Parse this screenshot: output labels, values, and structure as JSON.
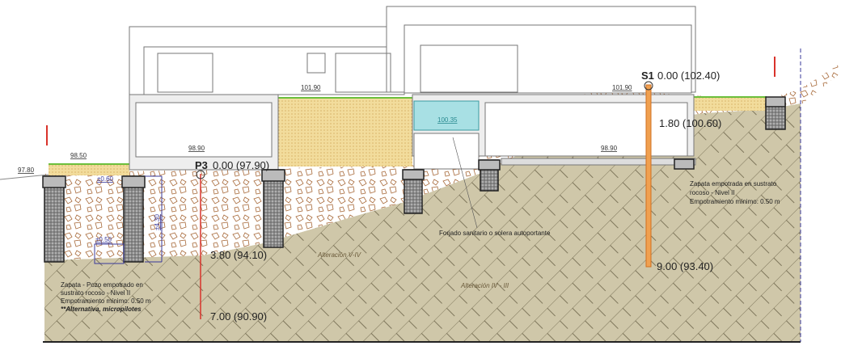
{
  "levels": {
    "left_ground": "97.80",
    "left_terrace": "98.50",
    "lower_floor_left": "98.90",
    "upper_floor_left": "101.90",
    "pool": "100.35",
    "upper_floor_right": "101.90",
    "lower_floor_right": "98.90"
  },
  "boreholes": {
    "p3": {
      "name": "P3",
      "top": "0.00 (97.90)",
      "mid": "3.80 (94.10)",
      "bottom": "7.00 (90.90)"
    },
    "s1": {
      "name": "S1",
      "top": "0.00 (102.40)",
      "mid": "1.80 (100.60)",
      "bottom": "9.00 (93.40)"
    }
  },
  "dimensions": {
    "d1": "±0.60",
    "d2": "±0.50",
    "d3": "±4.30"
  },
  "labels": {
    "forjado": "Forjado sanitario o solera autoportante",
    "alt_upper": "Alteración V-IV",
    "alt_lower": "Alteración IV - III"
  },
  "notes": {
    "left": [
      "Zapata - Pozo empotrado en",
      "sustrato rocoso - Nivel II",
      "Empotramiento mínimo: 0.50 m",
      "**Alternativa, micropilotes"
    ],
    "right": [
      "Zapata empotrada en sustrato",
      "rocoso - Nivel II",
      "Empotramiento mínimo: 0.50 m"
    ]
  },
  "colors": {
    "rock": "#cfc7a9",
    "fill_soil": "#ffffff",
    "gravel": "#f2dc9c",
    "pool": "#a8e0e4",
    "borehole_p3": "#d9332b",
    "borehole_s1": "#f0a050",
    "grass": "#6cbf3c"
  }
}
